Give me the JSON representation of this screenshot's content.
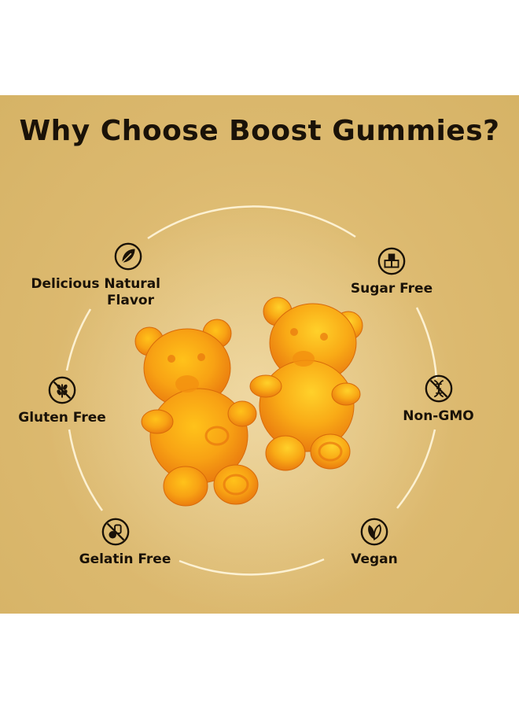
{
  "title": "Why Choose Boost Gummies?",
  "colors": {
    "background": "#dcb96f",
    "text": "#1a1208",
    "ring": "#fff6dd",
    "gummy": "#f08a12"
  },
  "features": [
    {
      "icon": "leaf-icon",
      "line1": "Delicious Natural",
      "line2": "Flavor"
    },
    {
      "icon": "sugar-cubes-icon",
      "label": "Sugar Free"
    },
    {
      "icon": "wheat-crossed-icon",
      "label": "Gluten Free"
    },
    {
      "icon": "dna-crossed-icon",
      "label": "Non-GMO"
    },
    {
      "icon": "gelatin-crossed-icon",
      "label": "Gelatin Free"
    },
    {
      "icon": "vegan-leaf-icon",
      "label": "Vegan"
    }
  ]
}
